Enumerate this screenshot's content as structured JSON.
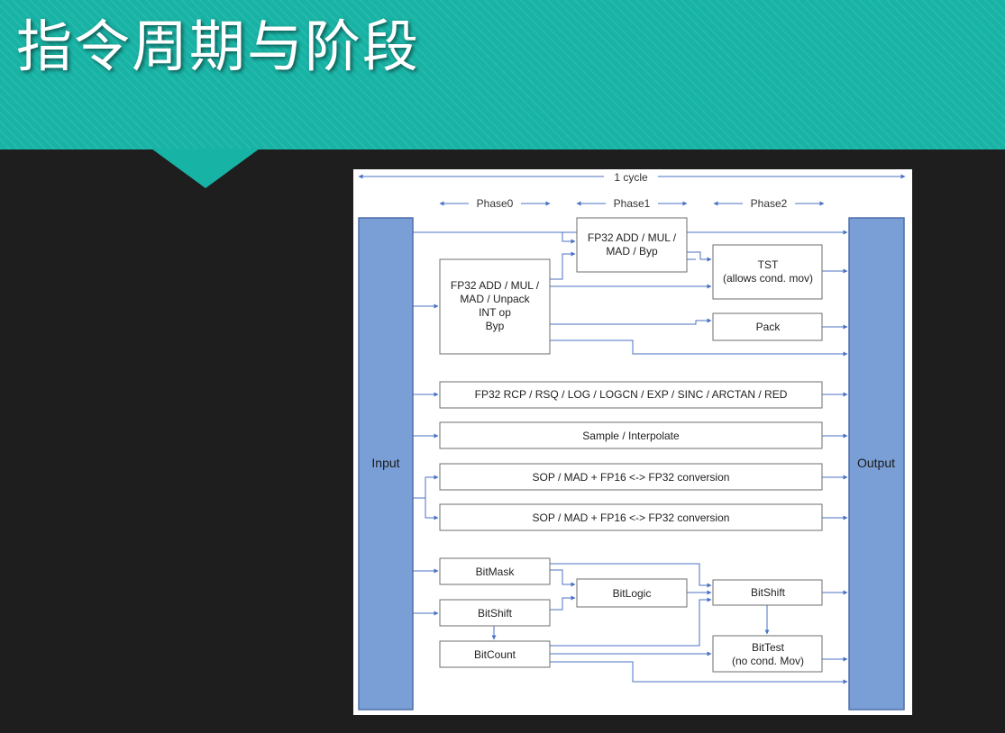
{
  "slide": {
    "title": "指令周期与阶段"
  },
  "diagram": {
    "cycle_label": "1 cycle",
    "phases": [
      "Phase0",
      "Phase1",
      "Phase2"
    ],
    "input_label": "Input",
    "output_label": "Output",
    "boxes": {
      "fp32_p0": [
        "FP32 ADD / MUL /",
        "MAD / Unpack",
        "INT op",
        "Byp"
      ],
      "fp32_p1": [
        "FP32 ADD / MUL /",
        "MAD / Byp"
      ],
      "tst": [
        "TST",
        "(allows cond. mov)"
      ],
      "pack": [
        "Pack"
      ],
      "transcendental": [
        "FP32 RCP / RSQ / LOG / LOGCN / EXP / SINC / ARCTAN / RED"
      ],
      "sample": [
        "Sample / Interpolate"
      ],
      "sop1": [
        "SOP / MAD + FP16 <-> FP32 conversion"
      ],
      "sop2": [
        "SOP / MAD + FP16 <-> FP32 conversion"
      ],
      "bitmask": [
        "BitMask"
      ],
      "bitshift_in": [
        "BitShift"
      ],
      "bitcount": [
        "BitCount"
      ],
      "bitlogic": [
        "BitLogic"
      ],
      "bitshift_out": [
        "BitShift"
      ],
      "bittest": [
        "BitTest",
        "(no cond. Mov)"
      ]
    },
    "colors": {
      "io_fill": "#7a9fd6",
      "io_stroke": "#4e6fa8",
      "arrow": "#4a72c4",
      "box_stroke": "#6e6e6e"
    }
  }
}
